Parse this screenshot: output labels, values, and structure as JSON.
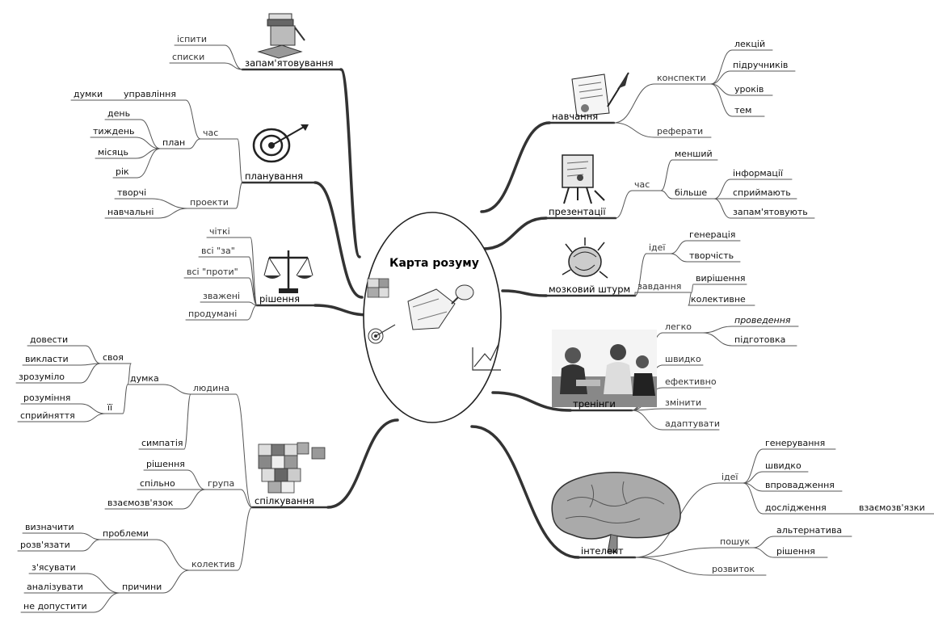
{
  "central": {
    "title": "Карта розуму"
  },
  "branches": [
    {
      "id": "zapam",
      "label": "запам'ятовування",
      "icon": "books-icon",
      "children": [
        {
          "label": "іспити"
        },
        {
          "label": "списки"
        }
      ]
    },
    {
      "id": "plan",
      "label": "планування",
      "icon": "target-icon",
      "children": [
        {
          "label": "час",
          "children": [
            {
              "label": "управління",
              "children": [
                {
                  "label": "думки"
                }
              ]
            },
            {
              "label": "план",
              "children": [
                {
                  "label": "день"
                },
                {
                  "label": "тиждень"
                },
                {
                  "label": "місяць"
                },
                {
                  "label": "рік"
                }
              ]
            }
          ]
        },
        {
          "label": "проекти",
          "children": [
            {
              "label": "творчі"
            },
            {
              "label": "навчальні"
            }
          ]
        }
      ]
    },
    {
      "id": "rish",
      "label": "рішення",
      "icon": "scales-icon",
      "children": [
        {
          "label": "чіткі"
        },
        {
          "label": "всі \"за\""
        },
        {
          "label": "всі \"проти\""
        },
        {
          "label": "зважені"
        },
        {
          "label": "продумані"
        }
      ]
    },
    {
      "id": "spilk",
      "label": "спілкування",
      "icon": "puzzle-icon",
      "children": [
        {
          "label": "людина",
          "children": [
            {
              "label": "думка",
              "children": [
                {
                  "label": "своя",
                  "children": [
                    {
                      "label": "довести"
                    },
                    {
                      "label": "викласти"
                    },
                    {
                      "label": "зрозуміло"
                    }
                  ]
                },
                {
                  "label": "її",
                  "children": [
                    {
                      "label": "розуміння"
                    },
                    {
                      "label": "сприйняття"
                    }
                  ]
                }
              ]
            },
            {
              "label": "симпатія"
            }
          ]
        },
        {
          "label": "група",
          "children": [
            {
              "label": "рішення"
            },
            {
              "label": "спільно"
            },
            {
              "label": "взаємозв'язок"
            }
          ]
        },
        {
          "label": "колектив",
          "children": [
            {
              "label": "проблеми",
              "children": [
                {
                  "label": "визначити"
                },
                {
                  "label": "розв'язати"
                }
              ]
            },
            {
              "label": "причини",
              "children": [
                {
                  "label": "з'ясувати"
                },
                {
                  "label": "аналізувати"
                },
                {
                  "label": "не допустити"
                }
              ]
            }
          ]
        }
      ]
    },
    {
      "id": "navch",
      "label": "навчання",
      "icon": "quill-paper-icon",
      "children": [
        {
          "label": "конспекти",
          "children": [
            {
              "label": "лекцій"
            },
            {
              "label": "підручників"
            },
            {
              "label": "уроків"
            },
            {
              "label": "тем"
            }
          ]
        },
        {
          "label": "реферати"
        }
      ]
    },
    {
      "id": "prez",
      "label": "презентації",
      "icon": "easel-icon",
      "children": [
        {
          "label": "час",
          "children": [
            {
              "label": "менший"
            },
            {
              "label": "більше",
              "children": [
                {
                  "label": "інформації"
                },
                {
                  "label": "сприймають"
                },
                {
                  "label": "запам'ятовують"
                }
              ]
            }
          ]
        }
      ]
    },
    {
      "id": "mozk",
      "label": "мозковий штурм",
      "icon": "brainstorm-icon",
      "children": [
        {
          "label": "ідеї",
          "children": [
            {
              "label": "генерація"
            },
            {
              "label": "творчість"
            }
          ]
        },
        {
          "label": "завдання",
          "children": [
            {
              "label": "вирішення"
            },
            {
              "label": "колективне"
            }
          ]
        }
      ]
    },
    {
      "id": "tren",
      "label": "тренінги",
      "icon": "meeting-photo-icon",
      "children": [
        {
          "label": "легко",
          "children": [
            {
              "label": "проведення"
            },
            {
              "label": "підготовка"
            }
          ]
        },
        {
          "label": "швидко"
        },
        {
          "label": "ефективно"
        },
        {
          "label": "змінити"
        },
        {
          "label": "адаптувати"
        }
      ]
    },
    {
      "id": "intel",
      "label": "інтелект",
      "icon": "brain-icon",
      "children": [
        {
          "label": "ідеї",
          "children": [
            {
              "label": "генерування"
            },
            {
              "label": "швидко"
            },
            {
              "label": "впровадження"
            },
            {
              "label": "дослідження",
              "children": [
                {
                  "label": "взаємозв'язки"
                }
              ]
            }
          ]
        },
        {
          "label": "пошук",
          "children": [
            {
              "label": "альтернатива"
            },
            {
              "label": "рішення"
            }
          ]
        },
        {
          "label": "розвиток"
        }
      ]
    }
  ]
}
